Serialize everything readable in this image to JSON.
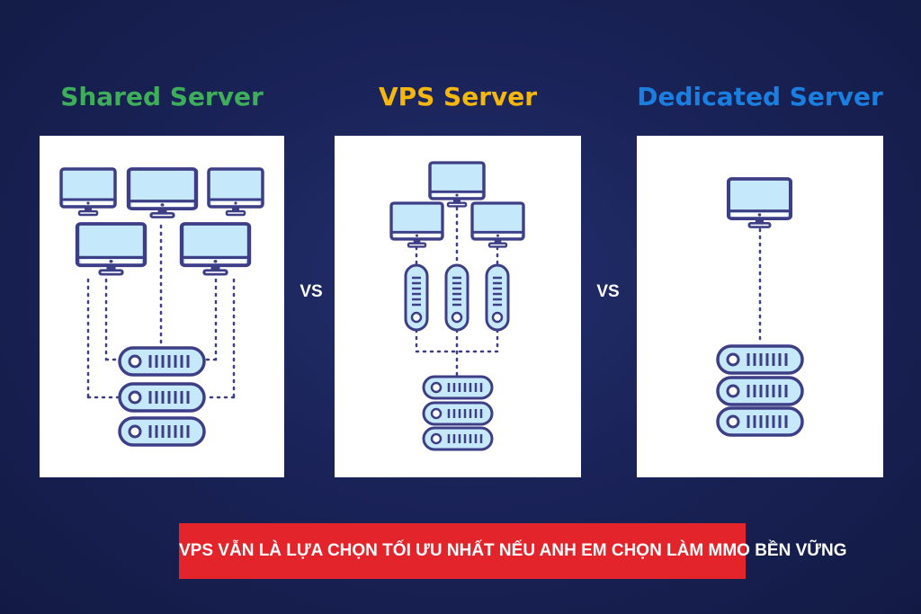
{
  "titles": {
    "shared": "Shared Server",
    "vps": "VPS Server",
    "dedicated": "Dedicated Server"
  },
  "vs_label": "VS",
  "banner_text": "VPS VẪN LÀ LỰA CHỌN TỐI ƯU NHẤT NẾU ANH EM CHỌN LÀM MMO BỀN VỮNG",
  "colors": {
    "background": "#1a2358",
    "shared_title": "#3fae5a",
    "vps_title": "#f6b70d",
    "dedicated_title": "#1a7fe0",
    "icon_outline": "#3d3e86",
    "icon_fill": "#c5e8fb",
    "banner": "#e3242b"
  },
  "icons": {
    "computer": "monitor-icon",
    "server": "server-rack-icon",
    "virtual_server": "vertical-server-icon"
  }
}
